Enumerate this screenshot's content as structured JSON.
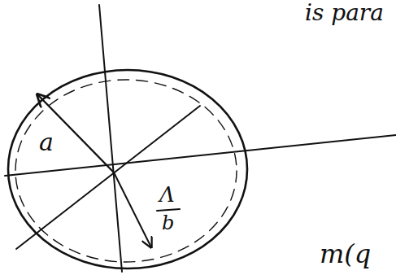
{
  "diagram": {
    "labels": [
      "a",
      "Λ",
      "b",
      "is para",
      "m(q"
    ]
  }
}
